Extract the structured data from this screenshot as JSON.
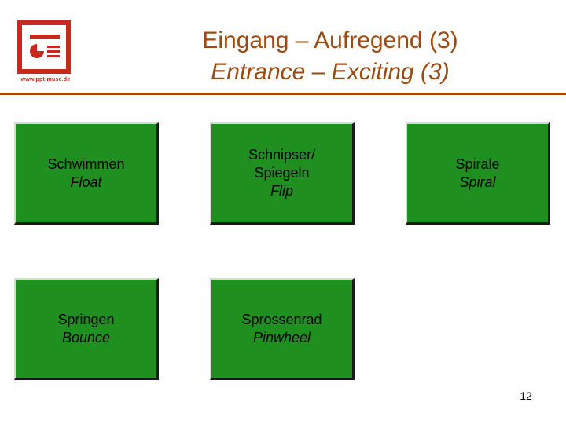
{
  "logo": {
    "url_text": "www.ppt-muse.de",
    "icon": "presentation-logo-icon"
  },
  "title": {
    "de": "Eingang – Aufregend (3)",
    "en": "Entrance – Exciting (3)"
  },
  "colors": {
    "title": "#9c4a10",
    "box_fill": "#1f8f1f",
    "logo": "#c8281e"
  },
  "effects": [
    {
      "lines": [
        "Schwimmen"
      ],
      "en": "Float"
    },
    {
      "lines": [
        "Schnipser/",
        "Spiegeln"
      ],
      "en": "Flip"
    },
    {
      "lines": [
        "Spirale"
      ],
      "en": "Spiral"
    },
    {
      "lines": [
        "Springen"
      ],
      "en": "Bounce"
    },
    {
      "lines": [
        "Sprossenrad"
      ],
      "en": "Pinwheel"
    }
  ],
  "page_number": "12"
}
